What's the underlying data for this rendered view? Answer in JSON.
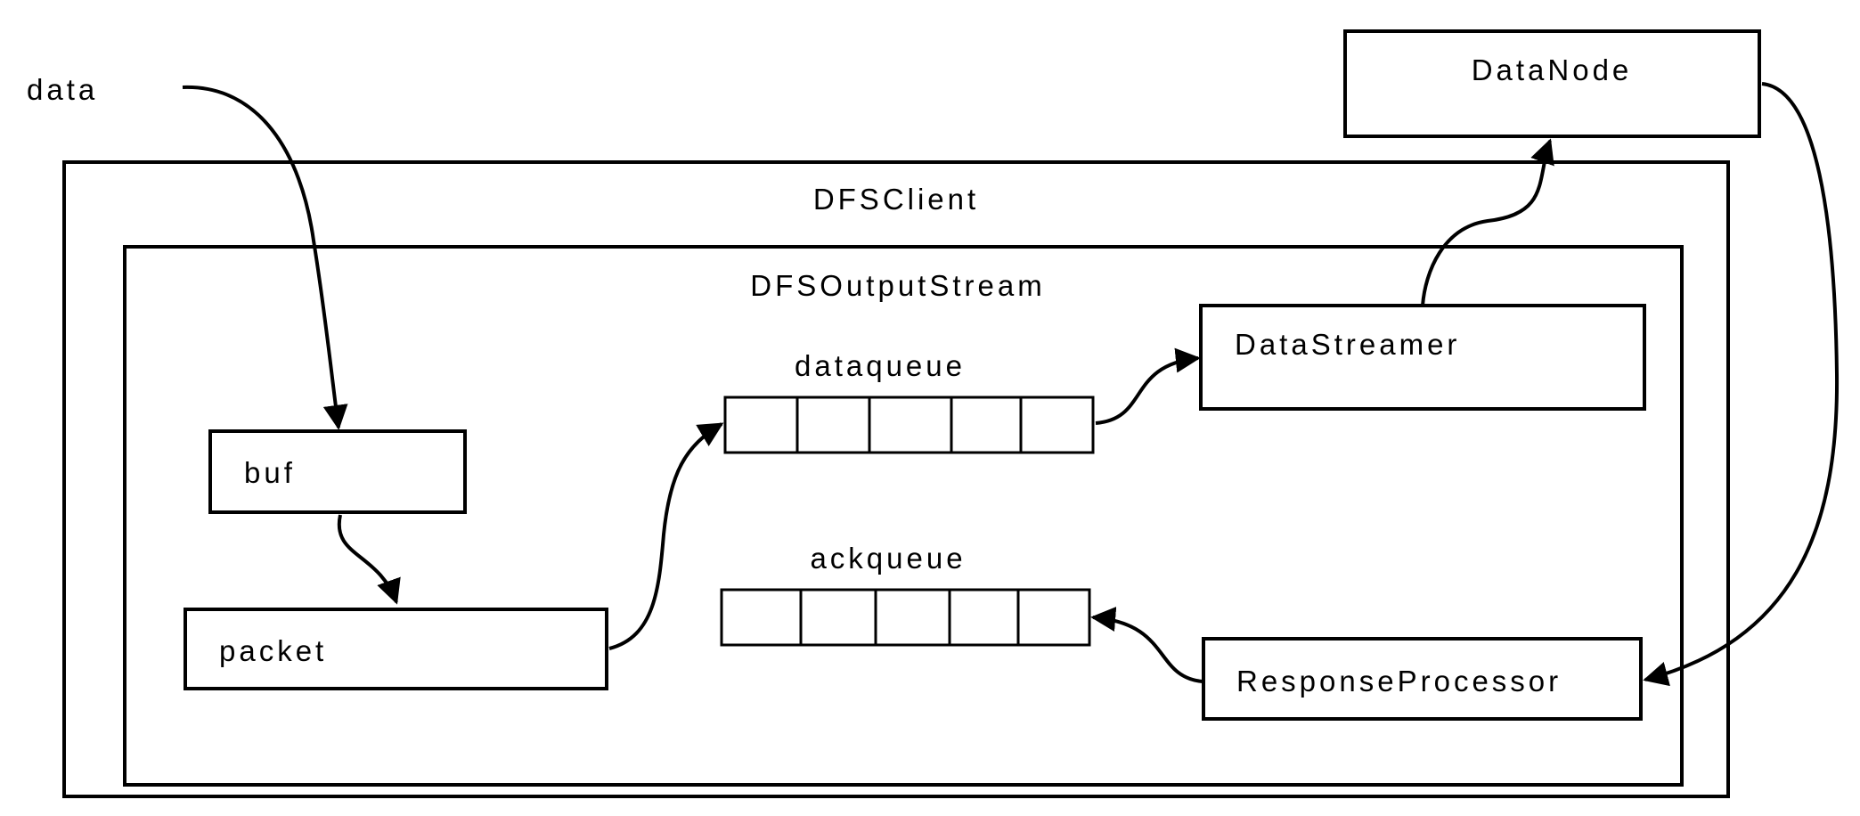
{
  "labels": {
    "data": "data",
    "datanode": "DataNode",
    "dfsclient": "DFSClient",
    "dfsoutputstream": "DFSOutputStream",
    "datastreamer": "DataStreamer",
    "dataqueue": "dataqueue",
    "ackqueue": "ackqueue",
    "buf": "buf",
    "packet": "packet",
    "responseprocessor": "ResponseProcessor"
  },
  "queues": {
    "dataqueue_cells": 5,
    "ackqueue_cells": 5
  },
  "edges": [
    {
      "from": "data",
      "to": "buf"
    },
    {
      "from": "buf",
      "to": "packet"
    },
    {
      "from": "packet",
      "to": "dataqueue"
    },
    {
      "from": "dataqueue",
      "to": "DataStreamer"
    },
    {
      "from": "DataStreamer",
      "to": "DataNode"
    },
    {
      "from": "DataNode",
      "to": "ResponseProcessor"
    },
    {
      "from": "ResponseProcessor",
      "to": "ackqueue"
    }
  ]
}
